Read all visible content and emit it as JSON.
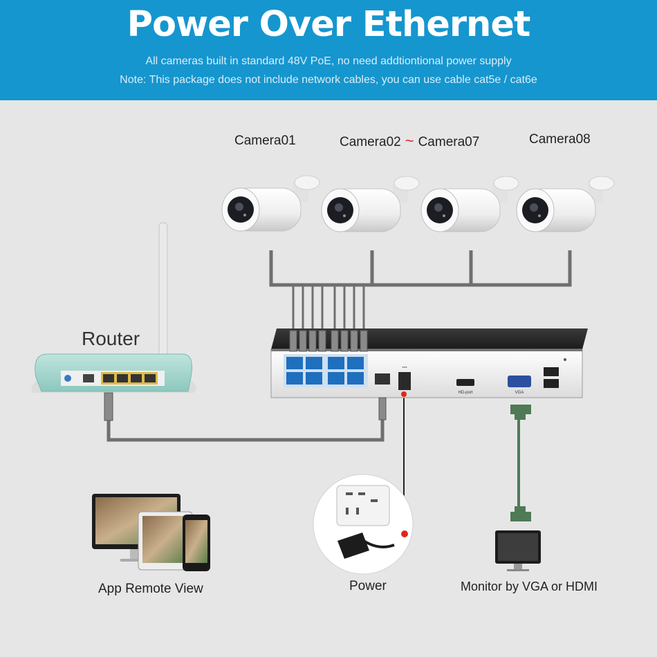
{
  "header": {
    "title": "Power Over Ethernet",
    "subtitle1": "All cameras built in standard 48V PoE, no need addtiontional power supply",
    "subtitle2": "Note: This package does not include network cables, you can use cable cat5e / cat6e"
  },
  "cameras": {
    "camera01": "Camera01",
    "camera_range_start": "Camera02",
    "camera_range_sep": "~",
    "camera_range_end": "Camera07",
    "camera08": "Camera08"
  },
  "devices": {
    "router": "Router",
    "app": "App Remote View",
    "power": "Power",
    "monitor": "Monitor by VGA or HDMI"
  },
  "nvr_ports": {
    "hdmi": "HD-port",
    "vga": "VGA"
  },
  "colors": {
    "banner": "#1596cf",
    "background": "#e6e6e7",
    "cable": "#6f6f6f",
    "router_body": "#a8d8d0",
    "poe_port": "#1f6fbf",
    "power_dot": "#e2261b"
  }
}
